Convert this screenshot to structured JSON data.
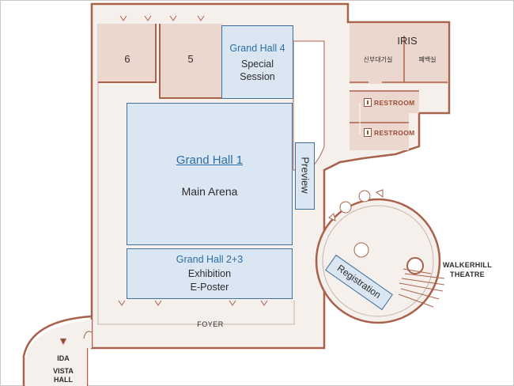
{
  "halls": {
    "gh4": {
      "title": "Grand Hall 4",
      "line1": "Special",
      "line2": "Session"
    },
    "gh1": {
      "title": "Grand Hall 1",
      "subtitle": "Main Arena"
    },
    "gh23": {
      "title": "Grand Hall 2+3",
      "line1": "Exhibition",
      "line2": "E-Poster"
    }
  },
  "rooms": {
    "room6": "6",
    "room5": "5",
    "iris": "IRIS",
    "bride_room": "신부대기실",
    "pyebaek_room": "폐백실",
    "restroom_1": "RESTROOM",
    "restroom_2": "RESTROOM"
  },
  "areas": {
    "preview": "Preview",
    "registration": "Registration",
    "foyer": "FOYER",
    "walkerhill_line1": "WALKERHILL",
    "walkerhill_line2": "THEATRE",
    "ida": "IDA",
    "vista_line1": "VISTA",
    "vista_line2": "HALL"
  },
  "colors": {
    "floor": "#f5f0ec",
    "wall": "#a9614a",
    "room_fill": "#ecd7cf",
    "hall_fill": "#dbe6f3",
    "hall_border": "#3f6f9a",
    "hall_title": "#2c6da6"
  }
}
